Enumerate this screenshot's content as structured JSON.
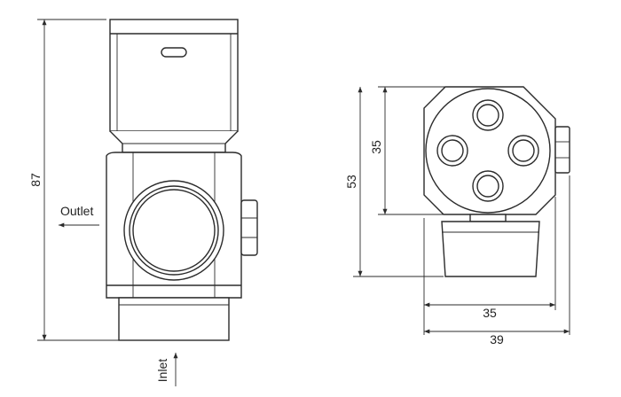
{
  "drawing": {
    "front_view": {
      "height_dim": "87",
      "outlet_label": "Outlet",
      "inlet_label": "Inlet"
    },
    "side_view": {
      "inner_height_dim": "35",
      "total_height_dim": "53",
      "inner_width_dim": "35",
      "total_width_dim": "39"
    }
  },
  "colors": {
    "line": "#2b2b2b",
    "background": "#ffffff"
  }
}
